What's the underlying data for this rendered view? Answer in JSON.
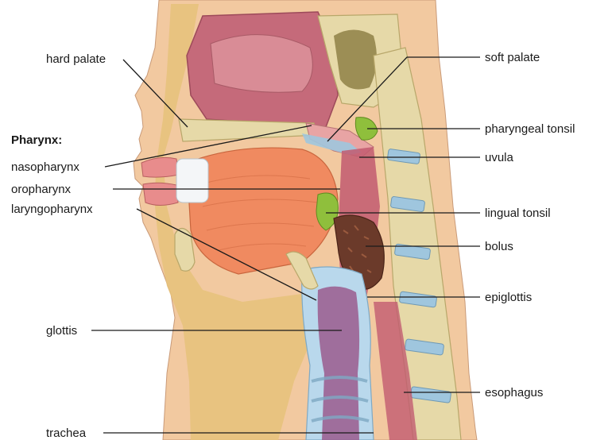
{
  "heading": "Pharynx:",
  "labels": {
    "hard_palate": "hard palate",
    "nasopharynx": "nasopharynx",
    "oropharynx": "oropharynx",
    "laryngopharynx": "laryngopharynx",
    "glottis": "glottis",
    "trachea": "trachea",
    "soft_palate": "soft palate",
    "pharyngeal_tonsil": "pharyngeal tonsil",
    "uvula": "uvula",
    "lingual_tonsil": "lingual tonsil",
    "bolus": "bolus",
    "epiglottis": "epiglottis",
    "esophagus": "esophagus"
  },
  "colors": {
    "skin": "#f2c9a0",
    "tissue_pink": "#e8a4a4",
    "nasal_cavity": "#c56a7a",
    "tongue": "#f08a60",
    "bone": "#e6d9a8",
    "vertebra_blue": "#9fc6de",
    "tonsil_green": "#8fbf3c",
    "bolus_brown": "#6b3a2a",
    "trachea_purple": "#9a5c8e",
    "airway_blue": "#b9d8ec"
  }
}
